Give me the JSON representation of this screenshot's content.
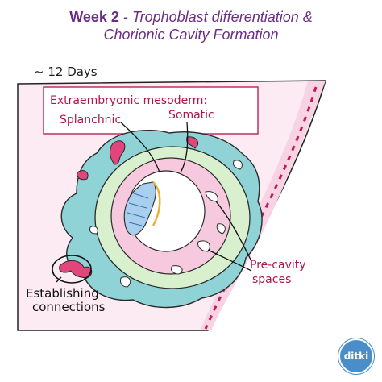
{
  "header": {
    "title_bold": "Week 2",
    "title_sep": " - ",
    "title_italic": "Trophoblast differentiation &",
    "title_line2": "Chorionic Cavity Formation"
  },
  "labels": {
    "time": "~ 12 Days",
    "mesoderm_heading": "Extraembryonic mesoderm:",
    "splanchnic": "Splanchnic",
    "somatic": "Somatic",
    "precavity_line1": "Pre-cavity",
    "precavity_line2": "spaces",
    "establishing_line1": "Establishing",
    "establishing_line2": "connections"
  },
  "logo": {
    "text": "ditki"
  },
  "colors": {
    "title": "#6b2d84",
    "label": "#b0134a",
    "teal": "#8fd3d6",
    "green": "#d9f0cf",
    "pink": "#f6c9df",
    "blue": "#a9cfee",
    "magenta": "#e0457b",
    "endometrium": "#fcebf2"
  }
}
